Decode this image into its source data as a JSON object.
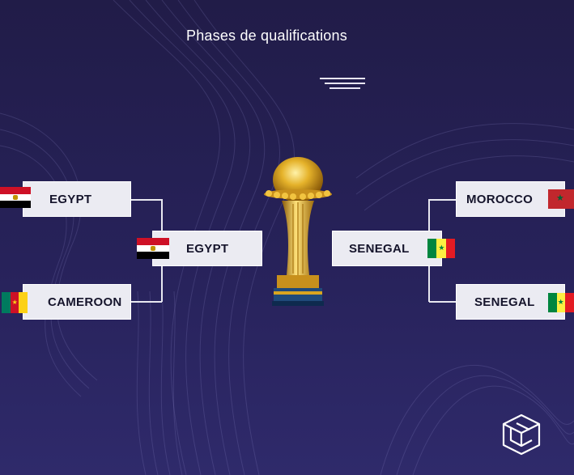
{
  "page": {
    "title": "Phases de qualifications"
  },
  "menu": {
    "icon": "hamburger-menu-icon"
  },
  "bracket": {
    "left_top": {
      "name": "EGYPT",
      "flag": "egypt-flag-icon"
    },
    "left_bottom": {
      "name": "CAMEROON",
      "flag": "cameroon-flag-icon"
    },
    "left_winner": {
      "name": "EGYPT",
      "flag": "egypt-flag-icon"
    },
    "right_winner": {
      "name": "SENEGAL",
      "flag": "senegal-flag-icon"
    },
    "right_top": {
      "name": "MOROCCO",
      "flag": "morocco-flag-icon"
    },
    "right_bottom": {
      "name": "SENEGAL",
      "flag": "senegal-flag-icon"
    }
  },
  "center": {
    "icon": "trophy-icon"
  },
  "brand": {
    "icon": "cube-logo-icon"
  },
  "colors": {
    "background": "#27225a",
    "card": "#ebebf2",
    "text": "#15142b",
    "lines": "#e8e8f0",
    "trophy_gold": "#d9a520"
  }
}
